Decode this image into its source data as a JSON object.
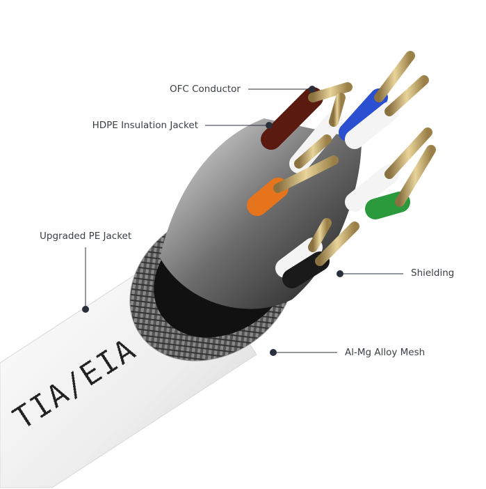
{
  "labels": {
    "ofc_conductor": "OFC Conductor",
    "hdpe_insulation": "HDPE Insulation Jacket",
    "pe_jacket": "Upgraded PE Jacket",
    "shielding": "Shielding",
    "mesh": "Al-Mg Alloy Mesh"
  },
  "cable_print": "TIA/EIA",
  "colors": {
    "leader": "#2b2f3c",
    "copper": "#c9ad6e",
    "brown": "#5a1a10",
    "blue": "#2a4fd0",
    "orange": "#e5741c",
    "green": "#2a9a3c",
    "jacket": "#f2f2f2"
  }
}
